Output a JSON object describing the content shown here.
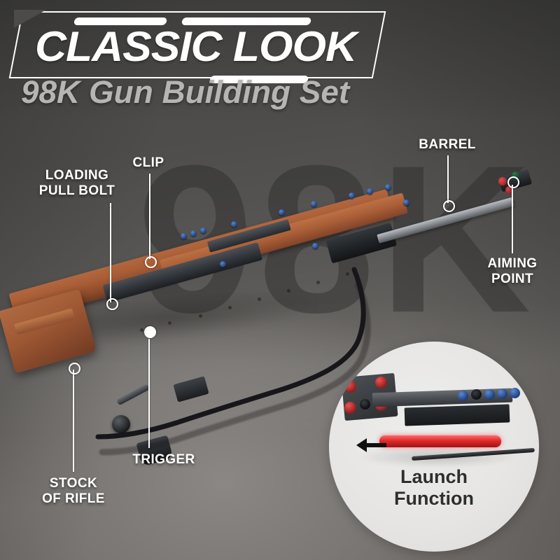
{
  "header": {
    "title": "CLASSIC LOOK",
    "subtitle": "98K Gun Building Set"
  },
  "watermark": {
    "text": "98K"
  },
  "callouts": [
    {
      "id": "loading-pull-bolt",
      "label": "LOADING\nPULL BOLT",
      "marker": "ring"
    },
    {
      "id": "clip",
      "label": "CLIP",
      "marker": "ring"
    },
    {
      "id": "barrel",
      "label": "BARREL",
      "marker": "ring"
    },
    {
      "id": "aiming-point",
      "label": "AIMING\nPOINT",
      "marker": "ring"
    },
    {
      "id": "trigger",
      "label": "TRIGGER",
      "marker": "dot"
    },
    {
      "id": "stock-of-rifle",
      "label": "STOCK\nOF RIFLE",
      "marker": "ring"
    }
  ],
  "inset": {
    "label": "Launch\nFunction",
    "arrow_direction": "left"
  },
  "colors": {
    "background_dark": "#4a4948",
    "background_light": "#83807e",
    "title_text": "#ffffff",
    "subtitle_text": "#b7b5b3",
    "label_text": "#ffffff",
    "watermark": "#262626",
    "brick_brown": "#a85d36",
    "brick_dark_gray": "#2b2e31",
    "pin_blue": "#1d3c74",
    "accent_red": "#e02a2a",
    "inset_background": "#e9e8e7",
    "inset_label_text": "#2e2e2e"
  }
}
